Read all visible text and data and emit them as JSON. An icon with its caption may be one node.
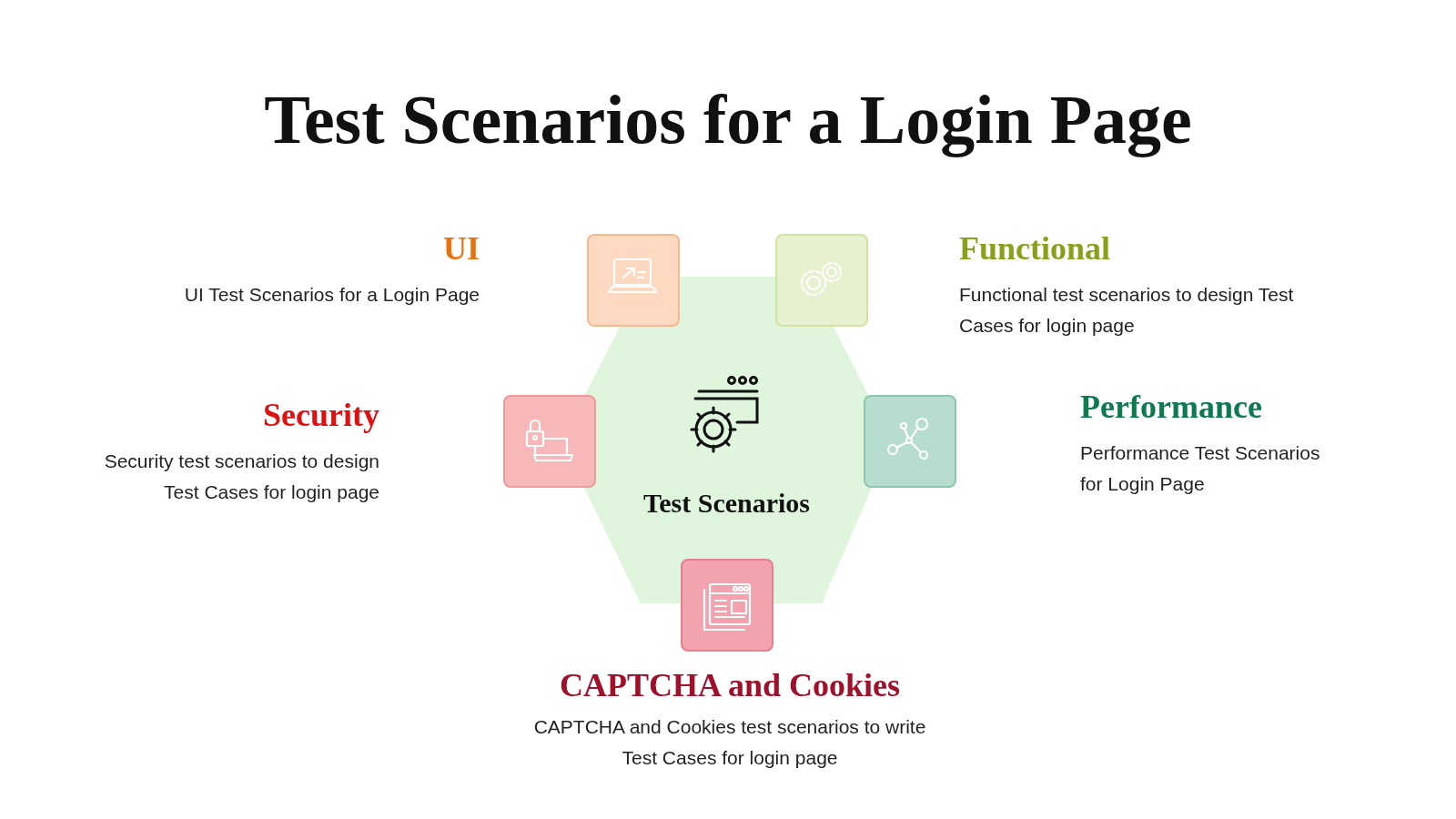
{
  "diagram": {
    "title": "Test Scenarios for a Login Page",
    "nodes": [
      {
        "text": [
          "Test Scenarios"
        ]
      },
      {
        "text": [],
        "shape": "box",
        "beside": [
          "UI",
          "UI Test Scenarios for a Login Page"
        ]
      },
      {
        "text": [],
        "shape": "box",
        "beside": [
          "Functional",
          "Functional test scenarios to design Test Cases for login page"
        ]
      },
      {
        "text": [],
        "shape": "box",
        "beside": [
          "Security",
          "Security test scenarios to design Test Cases for login page"
        ]
      },
      {
        "text": [],
        "shape": "box",
        "beside": [
          "Performance",
          "Performance Test Scenarios for Login Page"
        ]
      },
      {
        "text": [],
        "shape": "box",
        "beside": [
          "CAPTCHA and Cookies",
          "CAPTCHA and Cookies test scenarios to write Test Cases for login page"
        ]
      }
    ],
    "edges": []
  }
}
